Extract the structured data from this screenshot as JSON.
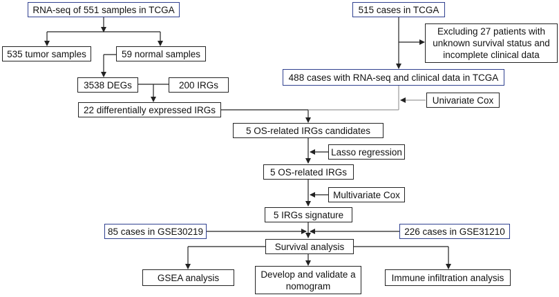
{
  "colors": {
    "accent_border": "#2e3f8f",
    "border": "#222222",
    "line": "#222222",
    "line_light": "#9a9a9a"
  },
  "nodes": {
    "rna_seq_551": "RNA-seq of 551 samples in TCGA",
    "tumor_535": "535 tumor samples",
    "normal_59": "59 normal samples",
    "degs_3538": "3538 DEGs",
    "irgs_200": "200 IRGs",
    "de_irgs_22": "22 differentially expressed IRGs",
    "cases_515": "515 cases in TCGA",
    "excluding_27": "Excluding 27 patients with unknown survival status and incomplete clinical data",
    "cases_488": "488 cases with RNA-seq and clinical data in TCGA",
    "univariate_cox": "Univariate Cox",
    "os_candidates": "5 OS-related IRGs candidates",
    "lasso": "Lasso regression",
    "os_irgs": "5 OS-related IRGs",
    "multivariate_cox": "Multivariate Cox",
    "signature": "5 IRGs signature",
    "gse30219": "85 cases in GSE30219",
    "gse31210": "226 cases in GSE31210",
    "survival": "Survival analysis",
    "gsea": "GSEA analysis",
    "nomogram": "Develop and validate a nomogram",
    "immune": "Immune infiltration analysis"
  }
}
